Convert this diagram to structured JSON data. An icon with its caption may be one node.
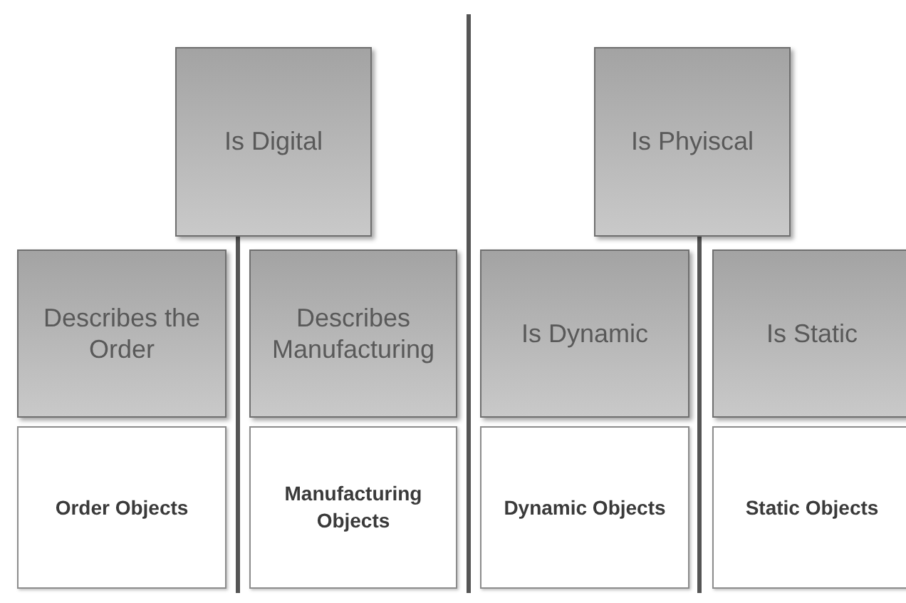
{
  "diagram": {
    "nodes": [
      {
        "text": [
          "Is Digital"
        ]
      },
      {
        "text": [
          "Is Phyiscal"
        ]
      },
      {
        "text": [
          "Describes the Order"
        ]
      },
      {
        "text": [
          "Describes Manufacturing"
        ]
      },
      {
        "text": [
          "Is Dynamic"
        ]
      },
      {
        "text": [
          "Is Static"
        ]
      },
      {
        "text": [
          "Order Objects"
        ]
      },
      {
        "text": [
          "Manufacturing Objects"
        ]
      },
      {
        "text": [
          "Dynamic Objects"
        ]
      },
      {
        "text": [
          "Static Objects"
        ]
      }
    ]
  }
}
